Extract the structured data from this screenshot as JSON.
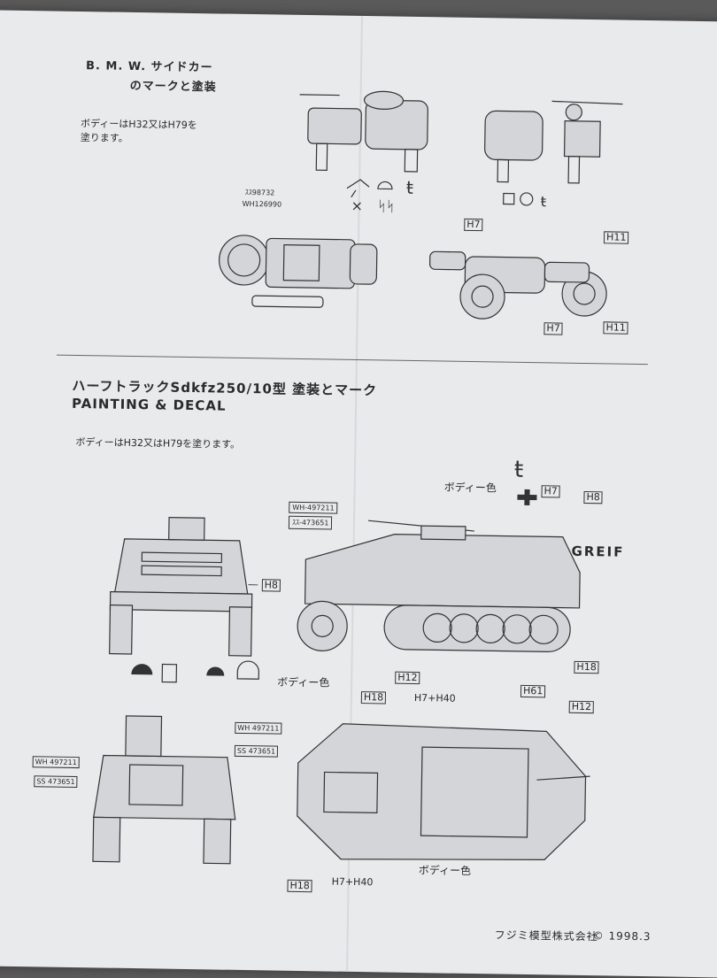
{
  "sidecar": {
    "title_line1": "B. M. W. サイドカー",
    "title_line2": "のマークと塗装",
    "paint_line1": "ボディーはH32又はH79を",
    "paint_line2": "塗ります。",
    "plate1": "ｽｽ98732",
    "plate2": "WH126990",
    "code_h7_top": "H7",
    "code_h11_top": "H11",
    "code_h7_bottom": "H7",
    "code_h11_bottom": "H11"
  },
  "halftrack": {
    "title_jp": "ハーフトラックSdkfz250/10型 塗装とマーク",
    "title_en": "PAINTING & DECAL",
    "paint_note": "ボディーはH32又はH79を塗ります。",
    "body_color_top": "ボディー色",
    "h7": "H7",
    "h8": "H8",
    "greif": "GREIF",
    "plate_wh": "WH-497211",
    "plate_ss": "ｽｽ-473651",
    "h8_front": "H8",
    "h18_side": "H18",
    "h12_side": "H12",
    "body_color_side": "ボディー色",
    "h18_top": "H18",
    "h7_h40_top": "H7+H40",
    "h61": "H61",
    "h12_top": "H12",
    "rear_wh": "WH 497211",
    "rear_ss": "SS 473651",
    "left_wh": "WH 497211",
    "left_ss": "SS 473651",
    "h18_bottom": "H18",
    "h7_h40_bottom": "H7+H40",
    "body_color_bottom": "ボディー色"
  },
  "footer": {
    "maker": "フジミ模型株式会社",
    "copyright": "© 1998.3"
  }
}
